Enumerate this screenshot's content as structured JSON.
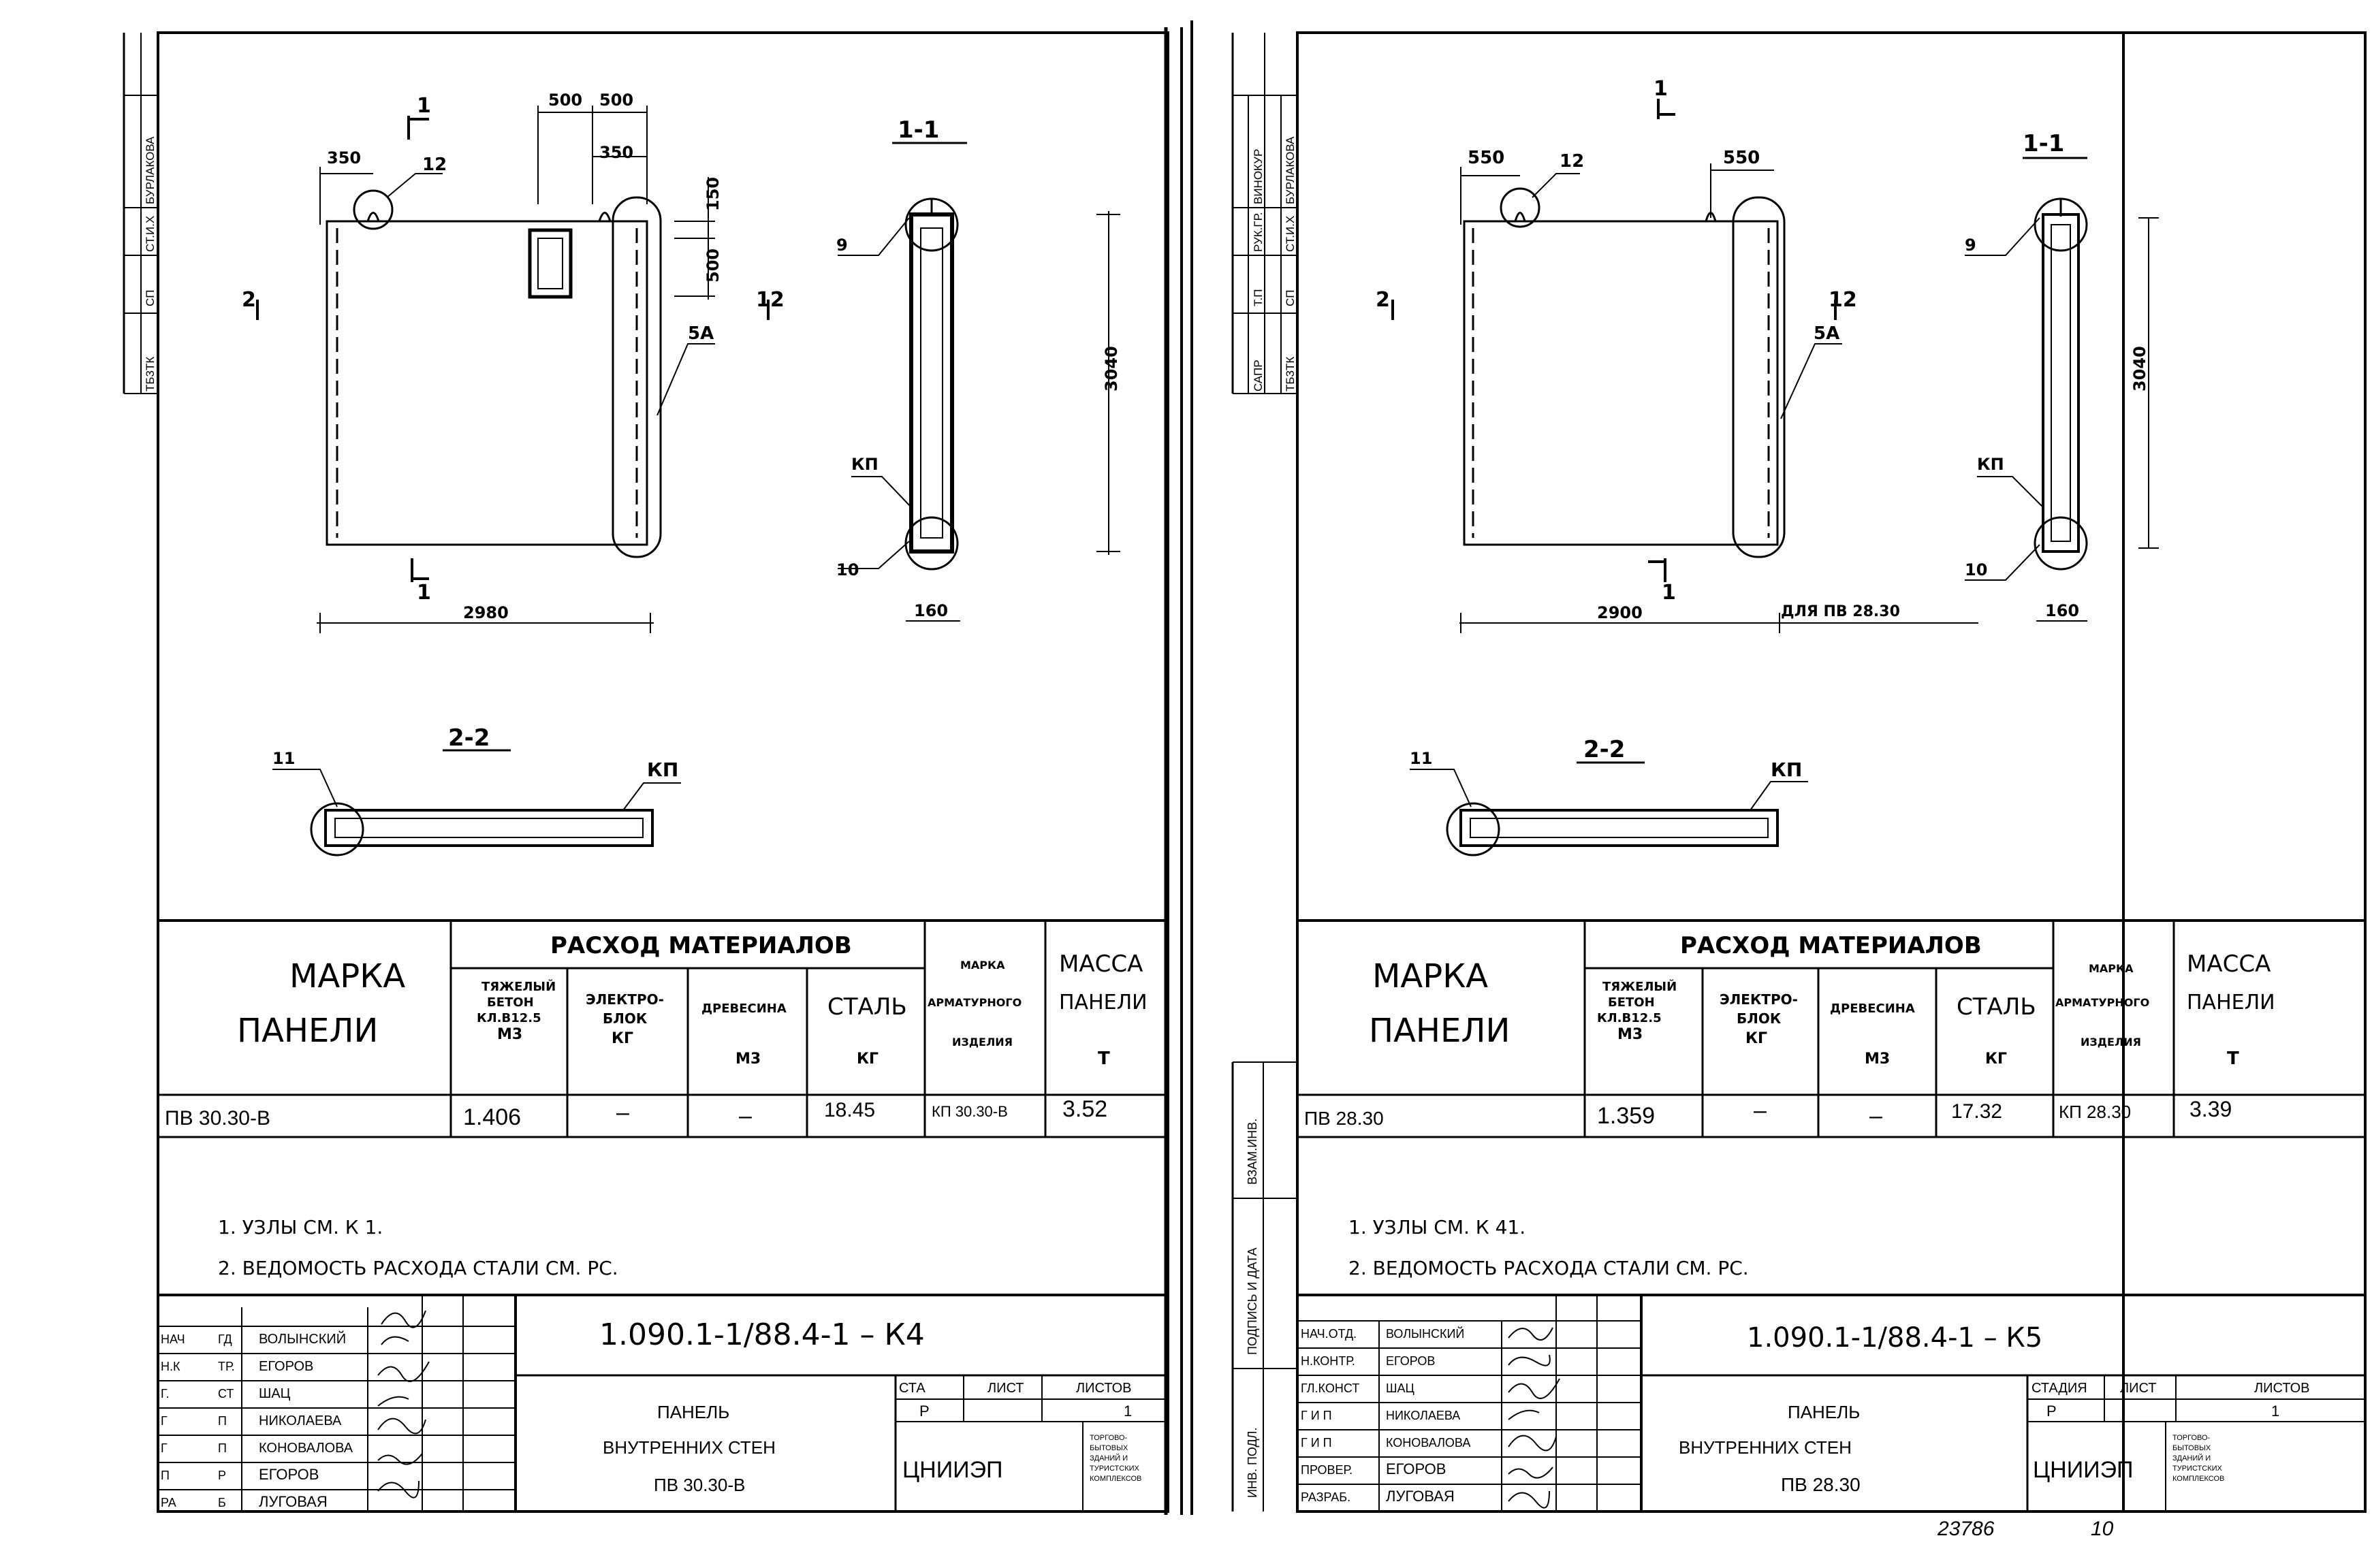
{
  "left": {
    "side_stamp": [
      "БУРЛАКОВА",
      "СТ.И.Х",
      "СП",
      "ТБ3ТК"
    ],
    "dims": {
      "d350a": "350",
      "d500a": "500",
      "d500b": "500",
      "d350b": "350",
      "d150": "150",
      "d500c": "500",
      "d3040": "3040",
      "d2980": "2980",
      "d160": "160"
    },
    "marks": {
      "m1top": "1",
      "m12": "12",
      "m2": "2",
      "m12b": "12",
      "m5a": "5А",
      "m9": "9",
      "mKP": "КП",
      "m10": "10",
      "m1bot": "1",
      "m11": "11",
      "mKP2": "КП"
    },
    "sections": {
      "s11": "1-1",
      "s22": "2-2"
    },
    "table": {
      "marka_line1": "МАРКА",
      "marka_line2": "ПАНЕЛИ",
      "rashod": "РАСХОД МАТЕРИАЛОВ",
      "beton": [
        "ТЯЖЕЛЫЙ",
        "БЕТОН",
        "КЛ.В12.5",
        "М3"
      ],
      "elektro": [
        "ЭЛЕКТРО-",
        "БЛОК",
        "КГ"
      ],
      "drevesina": [
        "ДРЕВЕСИНА",
        "М3"
      ],
      "stal": [
        "СТАЛЬ",
        "КГ"
      ],
      "armatura": [
        "МАРКА",
        "АРМАТУРНОГО",
        "ИЗДЕЛИЯ"
      ],
      "massa": [
        "МАССА",
        "ПАНЕЛИ",
        "Т"
      ],
      "row": {
        "marka": "ПВ 30.30-В",
        "beton": "1.406",
        "elektro": "–",
        "drevesina": "–",
        "stal": "18.45",
        "armatura": "КП 30.30-В",
        "massa": "3.52"
      }
    },
    "notes": [
      "1. УЗЛЫ СМ. К 1.",
      "2. ВЕДОМОСТЬ РАСХОДА СТАЛИ СМ. РС."
    ],
    "title_block": {
      "people": [
        [
          "НАЧ",
          "ГД",
          "ВОЛЫНСКИЙ"
        ],
        [
          "Н.К",
          "ТР.",
          "ЕГОРОВ"
        ],
        [
          "Г.",
          "СТ",
          "ШАЦ"
        ],
        [
          "Г",
          "П",
          "НИКОЛАЕВА"
        ],
        [
          "Г",
          "П",
          "КОНОВАЛОВА"
        ],
        [
          "П",
          "Р",
          "ЕГОРОВ"
        ],
        [
          "РА",
          "Б",
          "ЛУГОВАЯ"
        ]
      ],
      "code": "1.090.1-1/88.4-1 – К4",
      "name": [
        "ПАНЕЛЬ",
        "ВНУТРЕННИХ СТЕН",
        "ПВ 30.30-В"
      ],
      "stadia_h": "СТА",
      "list_h": "ЛИСТ",
      "listov_h": "ЛИСТОВ",
      "stadia": "Р",
      "list": "",
      "listov": "1",
      "org": "ЦНИИЭП",
      "org_note": [
        "ТОРГОВО-",
        "БЫТОВЫХ",
        "ЗДАНИЙ И",
        "ТУРИСТСКИХ",
        "КОМПЛЕКСОВ"
      ]
    }
  },
  "right": {
    "side_stamp": [
      "БУРЛАКОВА",
      "ВИНОКУР",
      "СТ.И.Х",
      "РУК.ГР.",
      "СП",
      "Т.П",
      "ТБ3ТК",
      "САПР"
    ],
    "dims": {
      "d550a": "550",
      "d550b": "550",
      "d3040": "3040",
      "d2900": "2900",
      "dla": "ДЛЯ ПВ 28.30",
      "d160": "160"
    },
    "marks": {
      "m1top": "1",
      "m12": "12",
      "m2": "2",
      "m12b": "12",
      "m5a": "5А",
      "m9": "9",
      "mKP": "КП",
      "m10": "10",
      "m1bot": "1",
      "m11": "11",
      "mKP2": "КП"
    },
    "sections": {
      "s11": "1-1",
      "s22": "2-2"
    },
    "left_strip": [
      "ВЗАМ.ИНВ.",
      "ПОДПИСЬ И ДАТА",
      "ИНВ. ПОДЛ."
    ],
    "table": {
      "marka_line1": "МАРКА",
      "marka_line2": "ПАНЕЛИ",
      "rashod": "РАСХОД МАТЕРИАЛОВ",
      "beton": [
        "ТЯЖЕЛЫЙ",
        "БЕТОН",
        "КЛ.В12.5",
        "М3"
      ],
      "elektro": [
        "ЭЛЕКТРО-",
        "БЛОК",
        "КГ"
      ],
      "drevesina": [
        "ДРЕВЕСИНА",
        "М3"
      ],
      "stal": [
        "СТАЛЬ",
        "КГ"
      ],
      "armatura": [
        "МАРКА",
        "АРМАТУРНОГО",
        "ИЗДЕЛИЯ"
      ],
      "massa": [
        "МАССА",
        "ПАНЕЛИ",
        "Т"
      ],
      "row": {
        "marka": "ПВ 28.30",
        "beton": "1.359",
        "elektro": "–",
        "drevesina": "–",
        "stal": "17.32",
        "armatura": "КП 28.30",
        "massa": "3.39"
      }
    },
    "notes": [
      "1. УЗЛЫ СМ. К 41.",
      "2. ВЕДОМОСТЬ РАСХОДА СТАЛИ СМ. РС."
    ],
    "title_block": {
      "people": [
        [
          "НАЧ.ОТД.",
          "ВОЛЫНСКИЙ"
        ],
        [
          "Н.КОНТР.",
          "ЕГОРОВ"
        ],
        [
          "ГЛ.КОНСТ",
          "ШАЦ"
        ],
        [
          "Г И П",
          "НИКОЛАЕВА"
        ],
        [
          "Г И П",
          "КОНОВАЛОВА"
        ],
        [
          "ПРОВЕР.",
          "ЕГОРОВ"
        ],
        [
          "РАЗРАБ.",
          "ЛУГОВАЯ"
        ]
      ],
      "code": "1.090.1-1/88.4-1 – К5",
      "name": [
        "ПАНЕЛЬ",
        "ВНУТРЕННИХ СТЕН",
        "ПВ 28.30"
      ],
      "stadia_h": "СТАДИЯ",
      "list_h": "ЛИСТ",
      "listov_h": "ЛИСТОВ",
      "stadia": "Р",
      "list": "",
      "listov": "1",
      "org": "ЦНИИЭП",
      "org_note": [
        "ТОРГОВО-",
        "БЫТОВЫХ",
        "ЗДАНИЙ И",
        "ТУРИСТСКИХ",
        "КОМПЛЕКСОВ"
      ]
    },
    "footer_number": "23786",
    "footer_page": "10"
  }
}
